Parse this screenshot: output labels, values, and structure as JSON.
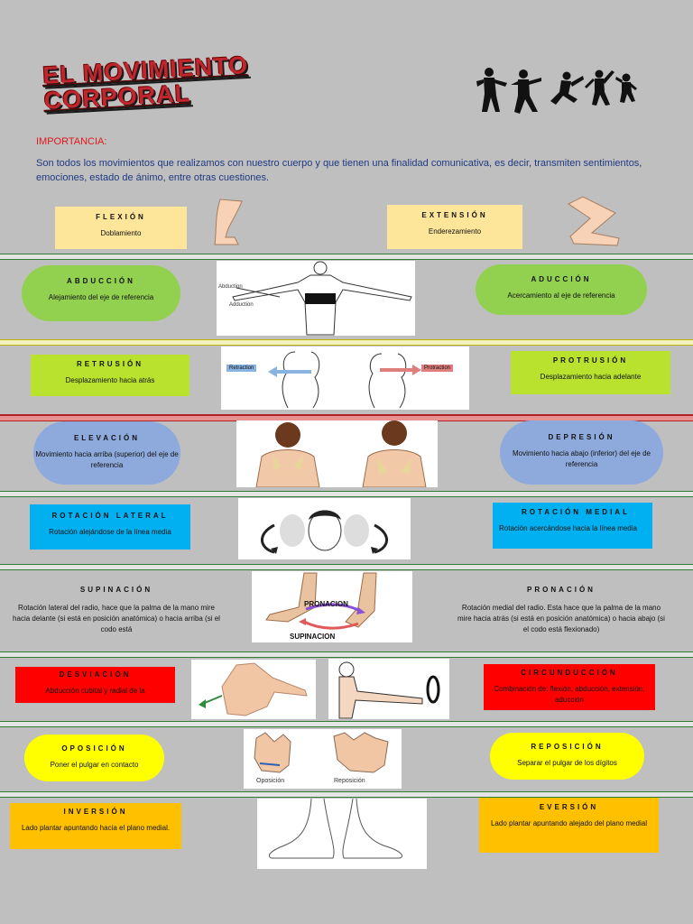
{
  "header": {
    "title_line1": "EL MOVIMIENTO",
    "title_line2": "CORPORAL",
    "importance_label": "IMPORTANCIA:",
    "intro": "Son todos los movimientos que realizamos con nuestro cuerpo y que tienen una finalidad comunicativa, es decir, transmiten sentimientos, emociones, estado de ánimo, entre otras cuestiones."
  },
  "movements": {
    "flexion": {
      "title": "FLEXIÓN",
      "desc": "Doblamiento"
    },
    "extension": {
      "title": "EXTENSIÓN",
      "desc": "Enderezamiento"
    },
    "abduccion": {
      "title": "ABDUCCIÓN",
      "desc": "Alejamiento del eje de referencia"
    },
    "aduccion": {
      "title": "ADUCCIÓN",
      "desc": "Acercamiento al eje de referencia"
    },
    "retrusion": {
      "title": "RETRUSIÓN",
      "desc": "Desplazamiento hacia atrás"
    },
    "protrusion": {
      "title": "PROTRUSIÓN",
      "desc": "Desplazamiento hacia adelante"
    },
    "elevacion": {
      "title": "ELEVACIÓN",
      "desc": "Movimiento hacia arriba (superior) del eje de referencia"
    },
    "depresion": {
      "title": "DEPRESIÓN",
      "desc": "Movimiento hacia abajo (inferior) del eje de referencia"
    },
    "rotacion_lateral": {
      "title": "ROTACIÓN LATERAL",
      "desc": "Rotación alejándose de la línea media"
    },
    "rotacion_medial": {
      "title": "ROTACIÓN MEDIAL",
      "desc": "Rotación acercándose hacia la línea media"
    },
    "supinacion": {
      "title": "SUPINACIÓN",
      "desc": "Rotación lateral del radio, hace que la palma de la mano mire hacia delante (si está en posición anatómica) o hacia arriba (si el codo está"
    },
    "pronacion": {
      "title": "PRONACIÓN",
      "desc": "Rotación medial del radio. Esta hace que la palma de la mano mire hacia atrás (si está en posición anatómica) o hacia abajo (si el codo está flexionado)"
    },
    "desviacion": {
      "title": "DESVIACIÓN",
      "desc": "Abducción cubital y radial de la"
    },
    "circunduccion": {
      "title": "CIRCUNDUCCIÓN",
      "desc": "Combinación de: flexión, abducción, extensión, aducción"
    },
    "oposicion": {
      "title": "OPOSICIÓN",
      "desc": "Poner el pulgar en contacto"
    },
    "reposicion": {
      "title": "REPOSICIÓN",
      "desc": "Separar el pulgar de los dígitos"
    },
    "inversion": {
      "title": "INVERSIÓN",
      "desc": "Lado plantar apuntando hacia el plano medial."
    },
    "eversion": {
      "title": "EVERSIÓN",
      "desc": "Lado plantar apuntando alejado del plano medial"
    }
  },
  "image_labels": {
    "abduction": "Abduction",
    "adduction": "Adduction",
    "retraction": "Retraction",
    "protraction": "Protraction",
    "pronacion": "PRONACION",
    "supinacion": "SUPINACION",
    "oposicion": "Oposición",
    "reposicion": "Reposición"
  },
  "colors": {
    "yellow_light": "#fde59a",
    "green": "#92d050",
    "lime": "#b8e22e",
    "blue_light": "#8ea9db",
    "cyan": "#00b0f0",
    "red": "#ff0000",
    "yellow": "#ffff00",
    "orange": "#ffc000"
  }
}
